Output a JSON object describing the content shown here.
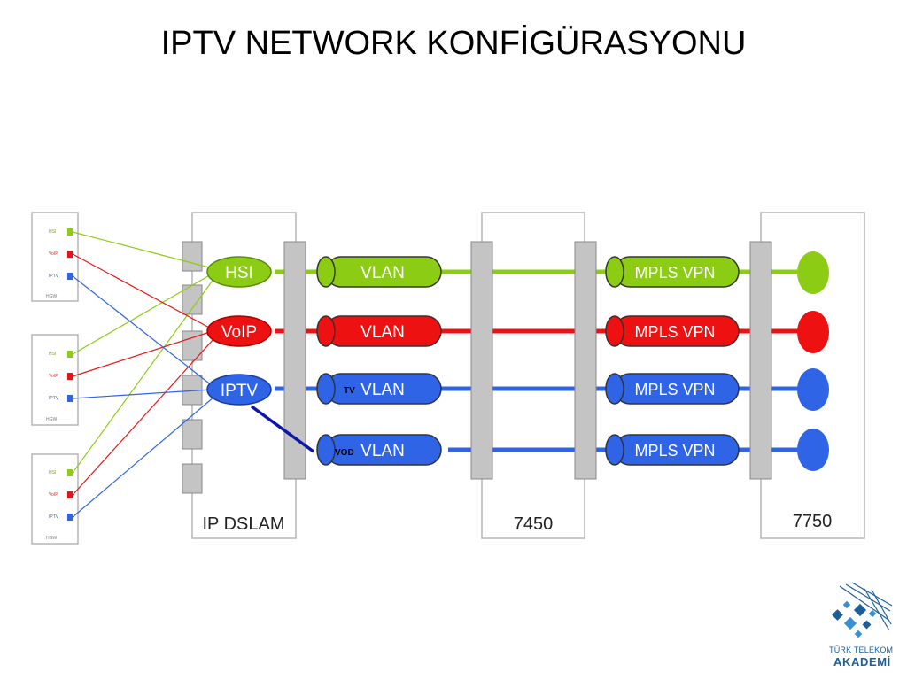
{
  "title": "IPTV NETWORK KONFİGÜRASYONU",
  "colors": {
    "hsi": "#8ccc14",
    "voip": "#ee1111",
    "iptv": "#2f64e6",
    "vod_link": "#0b17a8",
    "box_gray": "#c4c4c4"
  },
  "hgw": {
    "port_labels": [
      "HSI",
      "VoIP",
      "IPTV"
    ],
    "device_label": "HGW"
  },
  "dslam": {
    "label": "IP DSLAM",
    "services": [
      "HSI",
      "VoIP",
      "IPTV"
    ]
  },
  "vlans": [
    {
      "prefix": "",
      "label": "VLAN",
      "color": "hsi"
    },
    {
      "prefix": "",
      "label": "VLAN",
      "color": "voip"
    },
    {
      "prefix": "TV",
      "label": "VLAN",
      "color": "iptv"
    },
    {
      "prefix": "VOD",
      "label": "VLAN",
      "color": "iptv"
    }
  ],
  "router_mid": {
    "label": "7450"
  },
  "mpls": [
    "MPLS VPN",
    "MPLS VPN",
    "MPLS VPN",
    "MPLS VPN"
  ],
  "router_end": {
    "label": "7750"
  },
  "logo": {
    "line1": "TÜRK TELEKOM",
    "line2": "AKADEMİ"
  }
}
